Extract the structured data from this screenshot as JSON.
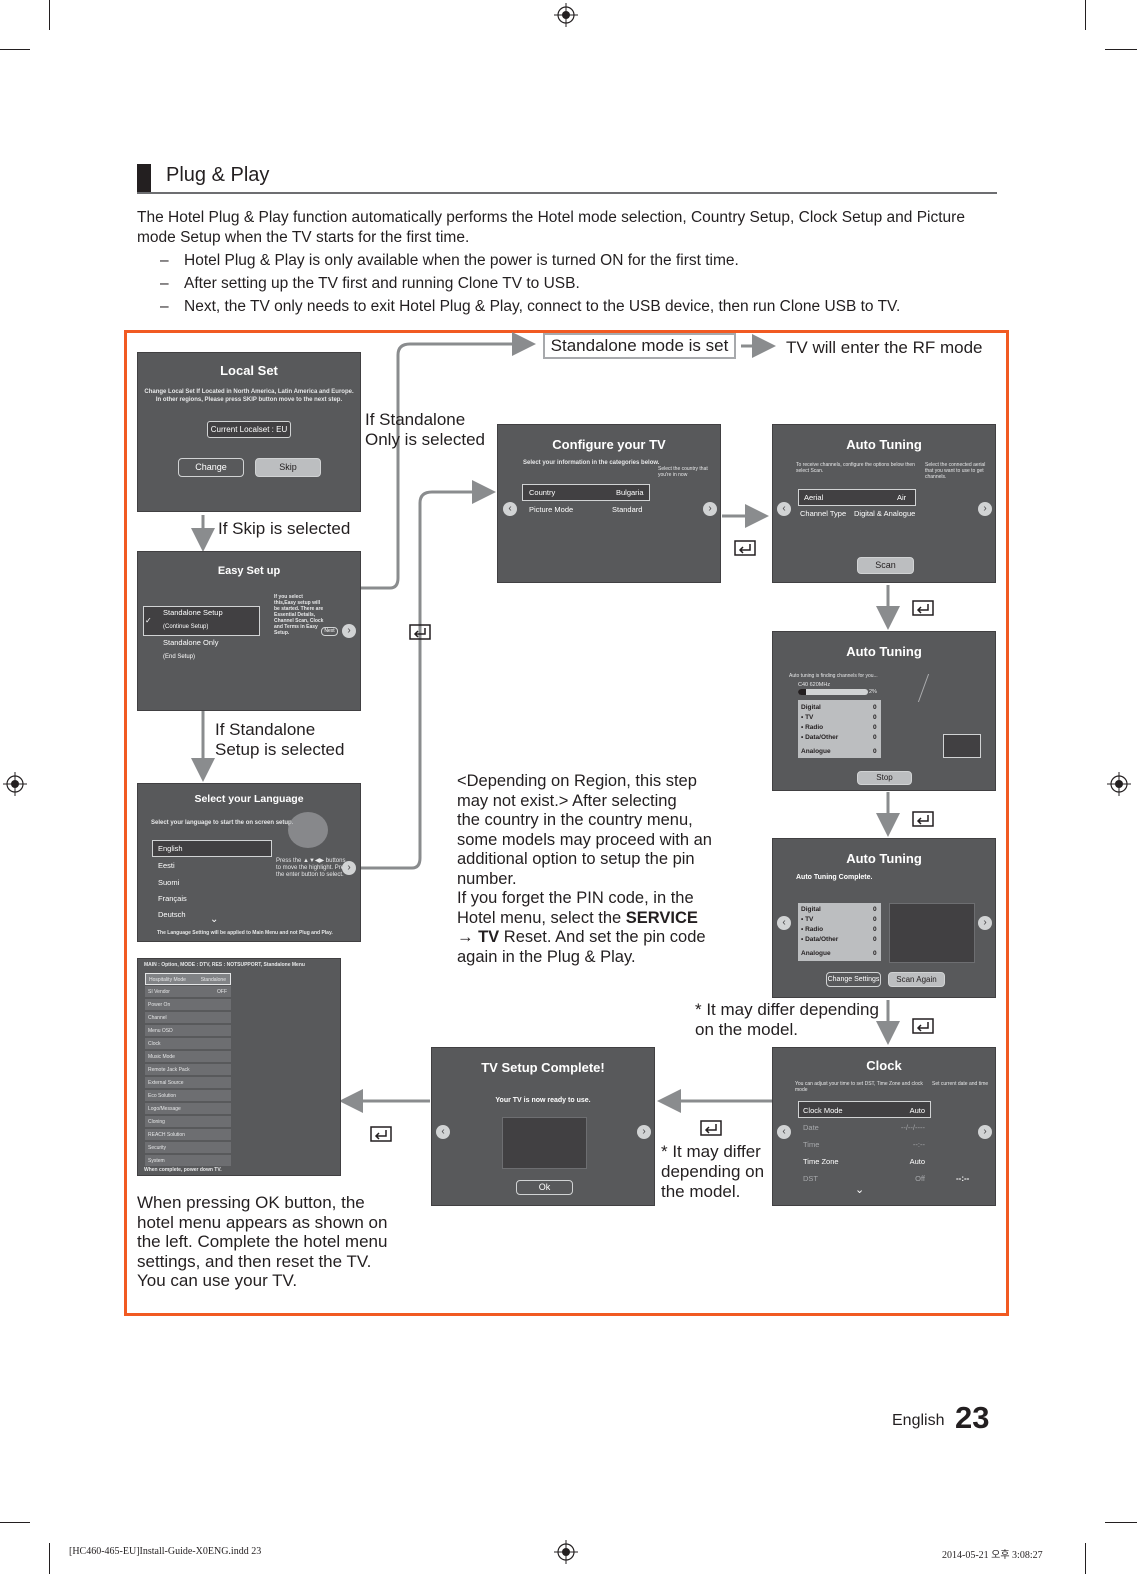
{
  "section": {
    "title": "Plug & Play"
  },
  "intro": "The Hotel Plug & Play function automatically performs the Hotel mode selection, Country Setup, Clock Setup and Picture mode Setup when the TV starts for the first time.",
  "bullets": [
    "Hotel Plug & Play is only available when the power is turned ON for the first time.",
    "After setting up the TV first and running Clone TV to USB.",
    "Next, the TV only needs to exit Hotel Plug & Play, connect to the USB device, then run Clone USB to TV."
  ],
  "bullet_dash": "–",
  "flow": {
    "standalone_box": "Standalone mode is set",
    "rf_mode": "TV will enter the RF mode",
    "if_standalone_only_1": "If Standalone",
    "if_standalone_only_2": "Only is selected",
    "if_skip": "If Skip is selected",
    "if_standalone_setup_1": "If Standalone",
    "if_standalone_setup_2": "Setup is selected",
    "region_note_lines": [
      "<Depending on Region, this step",
      "may not exist.> After selecting",
      "the country in the country menu,",
      "some models may proceed with an",
      "additional option to setup the pin",
      "number.",
      "If you forget the PIN code, in the"
    ],
    "region_note_line8_a": "Hotel menu, select the ",
    "region_note_line8_b": "SERVICE",
    "region_note_line9_a": "→ ",
    "region_note_line9_b": "TV",
    "region_note_line9_c": " Reset. And set the pin code",
    "region_note_line10": "again in the Plug & Play.",
    "differ_note_1a": "* It may differ depending",
    "differ_note_1b": "on the model.",
    "differ_note_2a": "* It may differ",
    "differ_note_2b": "depending on",
    "differ_note_2c": "the model.",
    "ok_note_lines": [
      "When pressing OK button, the",
      "hotel menu appears as shown on",
      "the left. Complete the hotel menu",
      "settings, and then reset the TV.",
      "You can use your TV."
    ]
  },
  "local_set": {
    "title": "Local Set",
    "desc1": "Change Local Set If Located in North America, Latin America and Europe.",
    "desc2": "In other regions, Please press SKIP button move to the next step.",
    "current": "Current Localset : EU",
    "change": "Change",
    "skip": "Skip"
  },
  "easy_setup": {
    "title": "Easy Set up",
    "opt1": "Standalone Setup",
    "opt1b": "(Continue Setup)",
    "opt2": "Standalone Only",
    "opt2b": "(End Setup)",
    "check": "✓",
    "info": "If you select this,Easy setup will be started. There are Essential Details, Channel Scan, Clock and Terms in Easy Setup.",
    "next": "Next"
  },
  "language": {
    "title": "Select your Language",
    "desc": "Select your language to start the on screen setup.",
    "items": [
      "English",
      "Eesti",
      "Suomi",
      "Français",
      "Deutsch"
    ],
    "help": "Press the ▲▼◀▶ buttons to move the highlight. Press the enter button to select.",
    "footer": "The Language Setting will be applied to Main Menu and not Plug and Play."
  },
  "configure": {
    "title": "Configure your TV",
    "desc": "Select your information in the categories below.",
    "side": "Select the country that you're in now",
    "row1_label": "Country",
    "row1_value": "Bulgaria",
    "row2_label": "Picture Mode",
    "row2_value": "Standard"
  },
  "auto_tuning_1": {
    "title": "Auto Tuning",
    "desc": "To receive channels, configure the options below then select Scan.",
    "side": "Select the connected aerial that you want to use to get channels.",
    "row1_label": "Aerial",
    "row1_value": "Air",
    "row2_label": "Channel Type",
    "row2_value": "Digital & Analogue",
    "scan": "Scan"
  },
  "auto_tuning_2": {
    "title": "Auto Tuning",
    "desc": "Auto tuning is finding channels for you...",
    "channel": "C40   620MHz",
    "percent": "2%",
    "progress": 0.02,
    "rows": [
      {
        "label": "Digital",
        "value": "0"
      },
      {
        "label": "• TV",
        "value": "0"
      },
      {
        "label": "• Radio",
        "value": "0"
      },
      {
        "label": "• Data/Other",
        "value": "0"
      },
      {
        "label": "Analogue",
        "value": "0"
      }
    ],
    "stop": "Stop"
  },
  "auto_tuning_3": {
    "title": "Auto Tuning",
    "desc": "Auto Tuning Complete.",
    "rows": [
      {
        "label": "Digital",
        "value": "0"
      },
      {
        "label": "• TV",
        "value": "0"
      },
      {
        "label": "• Radio",
        "value": "0"
      },
      {
        "label": "• Data/Other",
        "value": "0"
      },
      {
        "label": "Analogue",
        "value": "0"
      }
    ],
    "change_settings": "Change Settings",
    "scan_again": "Scan Again"
  },
  "clock": {
    "title": "Clock",
    "desc": "You can adjust your time to set DST, Time Zone and clock mode",
    "side": "Set current date and time",
    "rows": [
      {
        "label": "Clock Mode",
        "value": "Auto"
      },
      {
        "label": "Date",
        "value": "--/--/----"
      },
      {
        "label": "Time",
        "value": "--:--"
      },
      {
        "label": "Time Zone",
        "value": "Auto"
      },
      {
        "label": "DST",
        "value": "Off"
      }
    ],
    "time_display": "--:--"
  },
  "setup_complete": {
    "title": "TV Setup Complete!",
    "desc": "Your TV is now ready to use.",
    "ok": "Ok"
  },
  "hotel_menu": {
    "header": "MAIN : Option, MODE : DTV, RES : NOTSUPPORT, Standalone Menu",
    "items": [
      {
        "label": "Hospitality Mode",
        "value": "Standalone"
      },
      {
        "label": "SI Vendor",
        "value": "OFF"
      },
      {
        "label": "Power On",
        "value": ""
      },
      {
        "label": "Channel",
        "value": ""
      },
      {
        "label": "Menu OSD",
        "value": ""
      },
      {
        "label": "Clock",
        "value": ""
      },
      {
        "label": "Music Mode",
        "value": ""
      },
      {
        "label": "Remote Jack Pack",
        "value": ""
      },
      {
        "label": "External Source",
        "value": ""
      },
      {
        "label": "Eco Solution",
        "value": ""
      },
      {
        "label": "Logo/Message",
        "value": ""
      },
      {
        "label": "Cloning",
        "value": ""
      },
      {
        "label": "REACH Solution",
        "value": ""
      },
      {
        "label": "Security",
        "value": ""
      },
      {
        "label": "System",
        "value": ""
      }
    ],
    "footer": "When complete, power down TV."
  },
  "page": {
    "language": "English",
    "number": "23"
  },
  "print_footer": {
    "left": "[HC460-465-EU]Install-Guide-X0ENG.indd   23",
    "right": "2014-05-21   오후 3:08:27"
  },
  "colors": {
    "frame": "#f15a22",
    "screen": "#58595b",
    "arrow": "#8a8c8e"
  },
  "icons": [
    "enter-icon",
    "registration-mark-icon",
    "chevron-left-icon",
    "chevron-right-icon",
    "chevron-down-icon",
    "check-icon"
  ]
}
